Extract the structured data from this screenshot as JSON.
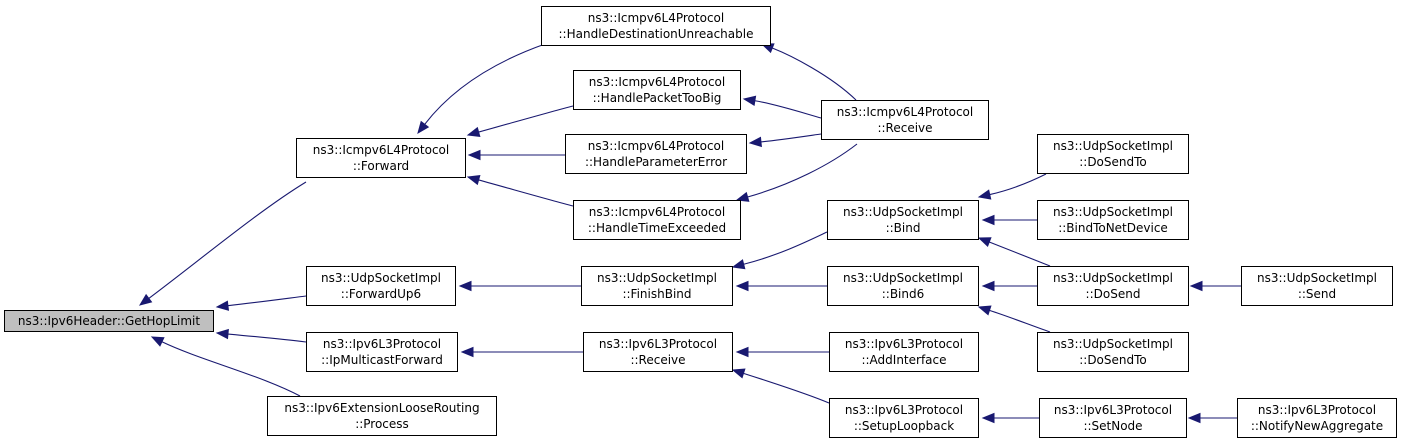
{
  "diagram": {
    "root": "n_root",
    "nodes": [
      {
        "id": "n_root",
        "lines": [
          "ns3::Ipv6Header::GetHopLimit"
        ],
        "highlighted": true
      },
      {
        "id": "n_icmp_forward",
        "lines": [
          "ns3::Icmpv6L4Protocol",
          "::Forward"
        ]
      },
      {
        "id": "n_udp_forwardup6",
        "lines": [
          "ns3::UdpSocketImpl",
          "::ForwardUp6"
        ]
      },
      {
        "id": "n_ipv6l3_ipmcast",
        "lines": [
          "ns3::Ipv6L3Protocol",
          "::IpMulticastForward"
        ]
      },
      {
        "id": "n_ext_loose",
        "lines": [
          "ns3::Ipv6ExtensionLooseRouting",
          "::Process"
        ]
      },
      {
        "id": "n_icmp_dest_unreach",
        "lines": [
          "ns3::Icmpv6L4Protocol",
          "::HandleDestinationUnreachable"
        ]
      },
      {
        "id": "n_icmp_pkt_too_big",
        "lines": [
          "ns3::Icmpv6L4Protocol",
          "::HandlePacketTooBig"
        ]
      },
      {
        "id": "n_icmp_param_err",
        "lines": [
          "ns3::Icmpv6L4Protocol",
          "::HandleParameterError"
        ]
      },
      {
        "id": "n_icmp_time_exc",
        "lines": [
          "ns3::Icmpv6L4Protocol",
          "::HandleTimeExceeded"
        ]
      },
      {
        "id": "n_udp_finishbind",
        "lines": [
          "ns3::UdpSocketImpl",
          "::FinishBind"
        ]
      },
      {
        "id": "n_ipv6l3_receive",
        "lines": [
          "ns3::Ipv6L3Protocol",
          "::Receive"
        ]
      },
      {
        "id": "n_icmp_receive",
        "lines": [
          "ns3::Icmpv6L4Protocol",
          "::Receive"
        ]
      },
      {
        "id": "n_udp_bind",
        "lines": [
          "ns3::UdpSocketImpl",
          "::Bind"
        ]
      },
      {
        "id": "n_udp_bind6",
        "lines": [
          "ns3::UdpSocketImpl",
          "::Bind6"
        ]
      },
      {
        "id": "n_ipv6l3_addif",
        "lines": [
          "ns3::Ipv6L3Protocol",
          "::AddInterface"
        ]
      },
      {
        "id": "n_ipv6l3_setuploop",
        "lines": [
          "ns3::Ipv6L3Protocol",
          "::SetupLoopback"
        ]
      },
      {
        "id": "n_udp_dosendto_1",
        "lines": [
          "ns3::UdpSocketImpl",
          "::DoSendTo"
        ]
      },
      {
        "id": "n_udp_bindtonetdev",
        "lines": [
          "ns3::UdpSocketImpl",
          "::BindToNetDevice"
        ]
      },
      {
        "id": "n_udp_dosend",
        "lines": [
          "ns3::UdpSocketImpl",
          "::DoSend"
        ]
      },
      {
        "id": "n_udp_dosendto_2",
        "lines": [
          "ns3::UdpSocketImpl",
          "::DoSendTo"
        ]
      },
      {
        "id": "n_ipv6l3_setnode",
        "lines": [
          "ns3::Ipv6L3Protocol",
          "::SetNode"
        ]
      },
      {
        "id": "n_udp_send",
        "lines": [
          "ns3::UdpSocketImpl",
          "::Send"
        ]
      },
      {
        "id": "n_ipv6l3_notify",
        "lines": [
          "ns3::Ipv6L3Protocol",
          "::NotifyNewAggregate"
        ]
      }
    ],
    "edges": [
      {
        "from": "n_icmp_forward",
        "to": "n_root"
      },
      {
        "from": "n_udp_forwardup6",
        "to": "n_root"
      },
      {
        "from": "n_ipv6l3_ipmcast",
        "to": "n_root"
      },
      {
        "from": "n_ext_loose",
        "to": "n_root"
      },
      {
        "from": "n_icmp_dest_unreach",
        "to": "n_icmp_forward"
      },
      {
        "from": "n_icmp_pkt_too_big",
        "to": "n_icmp_forward"
      },
      {
        "from": "n_icmp_param_err",
        "to": "n_icmp_forward"
      },
      {
        "from": "n_icmp_time_exc",
        "to": "n_icmp_forward"
      },
      {
        "from": "n_icmp_receive",
        "to": "n_icmp_pkt_too_big"
      },
      {
        "from": "n_icmp_receive",
        "to": "n_icmp_param_err"
      },
      {
        "from": "n_icmp_receive",
        "to": "n_icmp_time_exc"
      },
      {
        "from": "n_icmp_receive",
        "to": "n_icmp_dest_unreach"
      },
      {
        "from": "n_udp_finishbind",
        "to": "n_udp_forwardup6"
      },
      {
        "from": "n_udp_bind",
        "to": "n_udp_finishbind"
      },
      {
        "from": "n_udp_bind6",
        "to": "n_udp_finishbind"
      },
      {
        "from": "n_udp_dosendto_1",
        "to": "n_udp_bind"
      },
      {
        "from": "n_udp_bindtonetdev",
        "to": "n_udp_bind"
      },
      {
        "from": "n_udp_dosend",
        "to": "n_udp_bind"
      },
      {
        "from": "n_udp_dosend",
        "to": "n_udp_bind6"
      },
      {
        "from": "n_udp_dosendto_2",
        "to": "n_udp_bind6"
      },
      {
        "from": "n_udp_send",
        "to": "n_udp_dosend"
      },
      {
        "from": "n_ipv6l3_receive",
        "to": "n_ipv6l3_ipmcast"
      },
      {
        "from": "n_ipv6l3_addif",
        "to": "n_ipv6l3_receive"
      },
      {
        "from": "n_ipv6l3_setuploop",
        "to": "n_ipv6l3_receive"
      },
      {
        "from": "n_ipv6l3_setnode",
        "to": "n_ipv6l3_setuploop"
      },
      {
        "from": "n_ipv6l3_notify",
        "to": "n_ipv6l3_setnode"
      }
    ],
    "colors": {
      "edge": "#191970",
      "node_border": "#000000",
      "node_fill": "#ffffff",
      "root_fill": "#bfbfbf"
    }
  }
}
